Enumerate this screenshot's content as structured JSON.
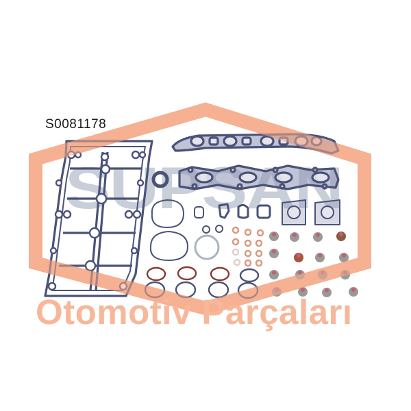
{
  "product": {
    "part_code": "S0081178",
    "description_icon": "engine-head-gasket-set"
  },
  "watermark": {
    "brand": "SUPSAN",
    "tagline": "Otomotiv Parçaları",
    "hexagon_color": "#f6ad8e",
    "brand_color": "#b8bfcc",
    "tagline_color": "#f7b79a"
  },
  "colors": {
    "background": "#ffffff",
    "gasket_dark": "#4a5278",
    "gasket_fill": "#8d93b5",
    "seal_body": "#9a9a95",
    "seal_tip": "#c0607a",
    "copper_ring": "#d89a82"
  },
  "parts": {
    "valve_cover_gasket": 1,
    "intake_manifold_gasket": 1,
    "exhaust_manifold_gasket": 1,
    "oil_seal": 1,
    "large_o_rings": 2,
    "small_gaskets": 4,
    "turbo_gaskets": 2,
    "small_o_rings": 2,
    "copper_washers": 12,
    "intake_port_gaskets": 4,
    "valve_stem_seals": 16
  }
}
